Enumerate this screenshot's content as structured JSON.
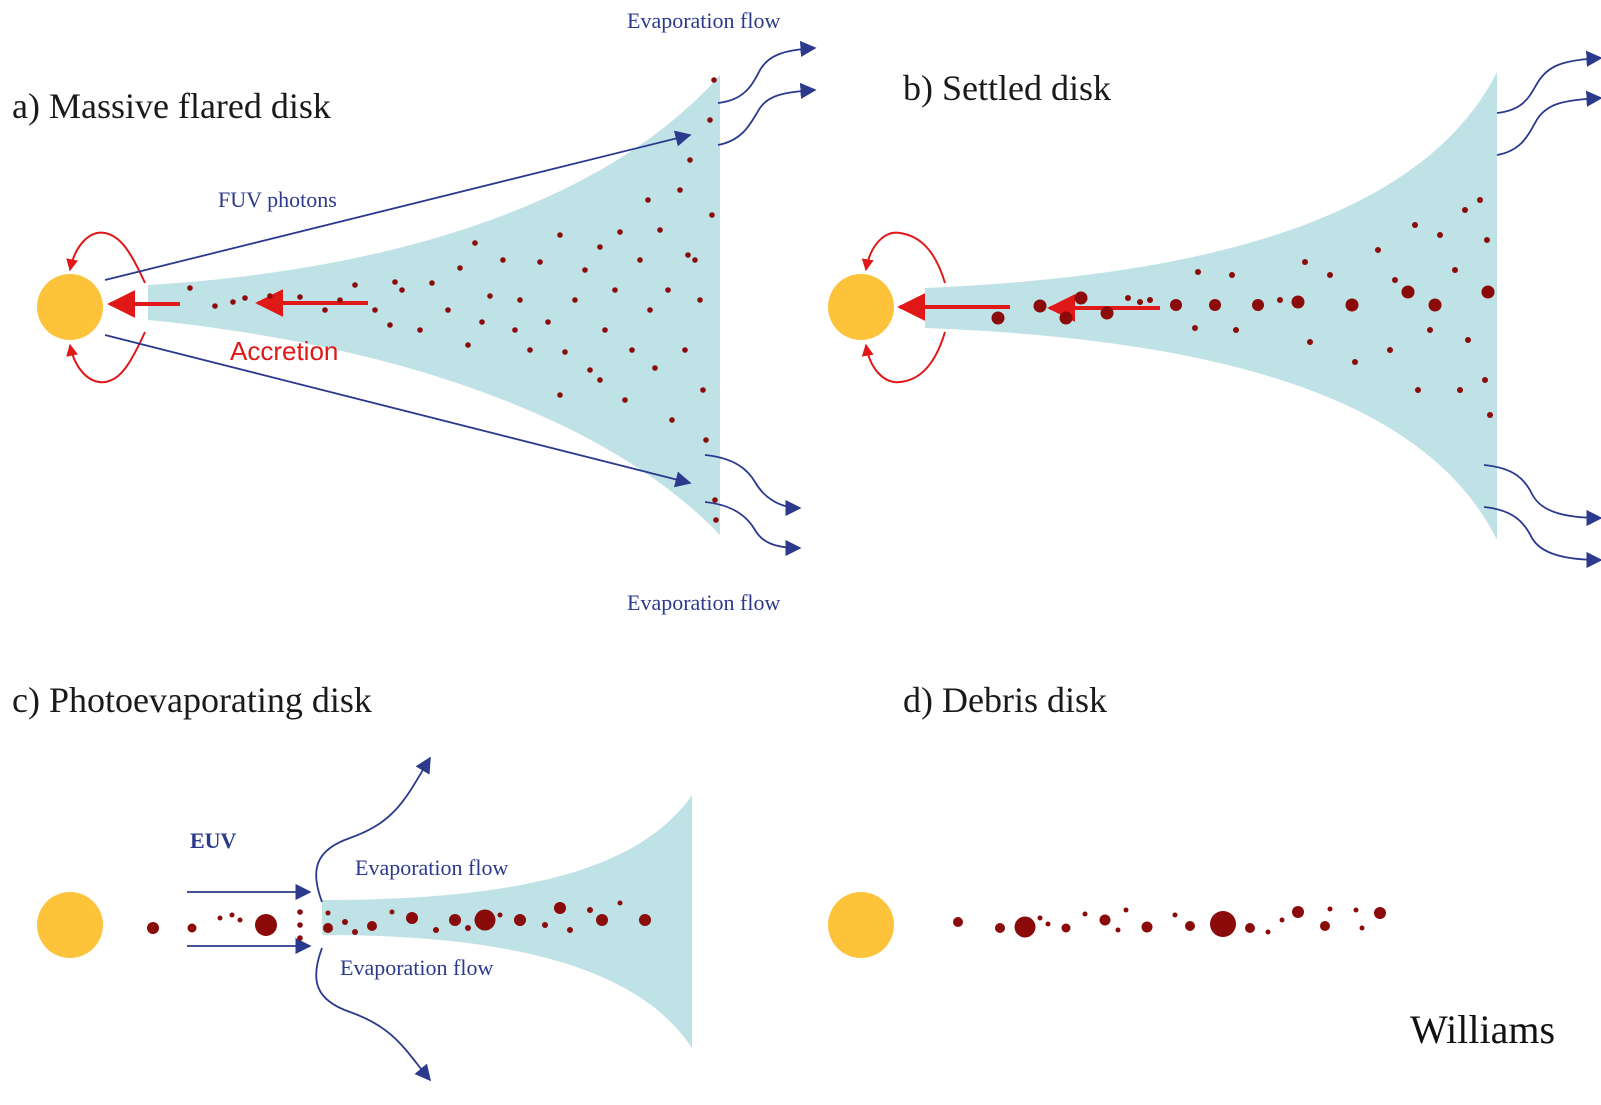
{
  "panels": {
    "a": {
      "title": "a) Massive flared disk"
    },
    "b": {
      "title": "b) Settled disk"
    },
    "c": {
      "title": "c) Photoevaporating disk"
    },
    "d": {
      "title": "d) Debris disk"
    }
  },
  "labels": {
    "fuv": "FUV photons",
    "accretion": "Accretion",
    "evap_top_a": "Evaporation flow",
    "evap_bottom_a": "Evaporation flow",
    "euv": "EUV",
    "evap_top_c": "Evaporation flow",
    "evap_bottom_c": "Evaporation flow"
  },
  "citation": "Williams",
  "colors": {
    "disk": "#bfe2e7",
    "star": "#fdc33a",
    "grain": "#8b0a0a",
    "photon_arrow": "#2b3a8c",
    "accretion_arrow": "#e01818"
  }
}
